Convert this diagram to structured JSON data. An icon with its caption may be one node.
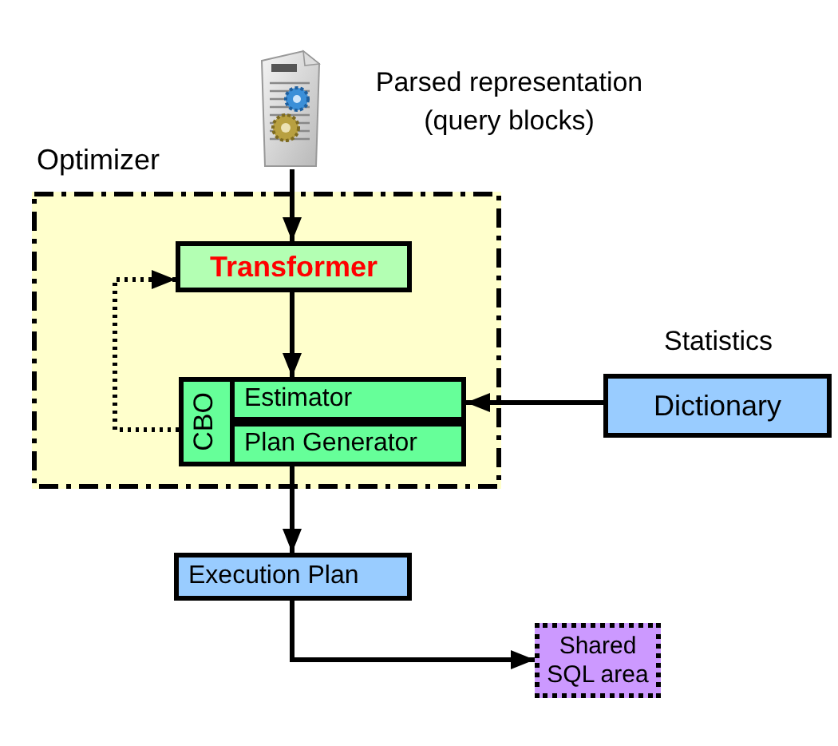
{
  "diagram": {
    "nodes": [
      {
        "text": [],
        "shape": "document",
        "beside": [
          "Parsed representation (query blocks)"
        ]
      },
      {
        "text": [
          "Optimizer"
        ]
      },
      {
        "text": [
          "Transformer"
        ],
        "in": 1
      },
      {
        "text": [
          "CBO"
        ],
        "in": 1
      },
      {
        "text": [
          "Estimator"
        ],
        "in": 3
      },
      {
        "text": [
          "Plan Generator"
        ],
        "in": 3
      },
      {
        "text": [
          "Dictionary"
        ],
        "beside": [
          "Statistics"
        ]
      },
      {
        "text": [
          "Execution Plan"
        ]
      },
      {
        "text": [
          "Shared SQL area"
        ]
      }
    ],
    "edges": [
      {
        "from": 0,
        "to": 2,
        "arrow": "to"
      },
      {
        "from": 2,
        "to": 3,
        "arrow": "to"
      },
      {
        "from": 3,
        "to": 2,
        "arrow": "to",
        "style": "dashed"
      },
      {
        "from": 6,
        "to": 4,
        "arrow": "to"
      },
      {
        "from": 3,
        "to": 7,
        "arrow": "to"
      },
      {
        "from": 7,
        "to": 8,
        "arrow": "to"
      }
    ]
  }
}
